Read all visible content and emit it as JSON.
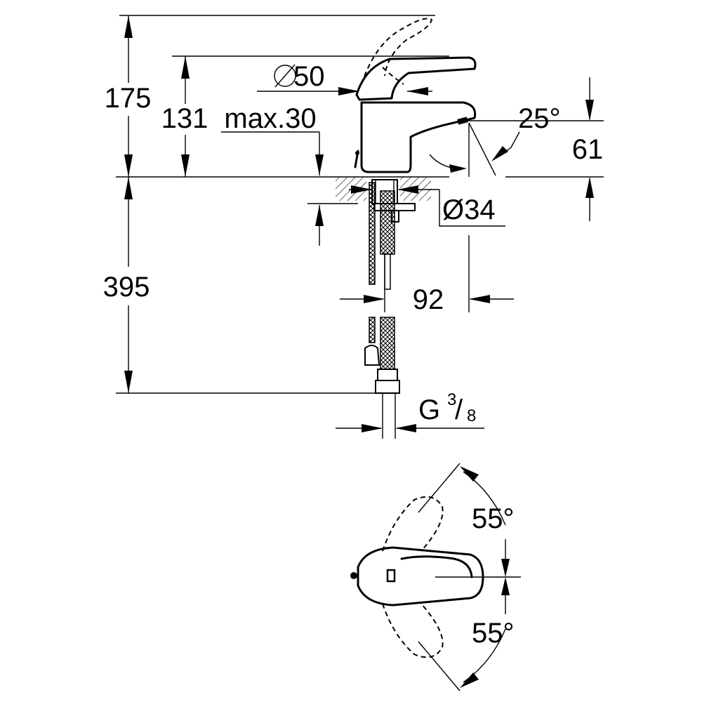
{
  "dimensions": {
    "height_total": "175",
    "height_spout": "131",
    "max_thickness": "max.30",
    "lever_diameter": "50",
    "spout_angle": "25°",
    "outlet_height": "61",
    "hole_diameter": "Ø34",
    "hose_length": "395",
    "projection": "92",
    "thread_letter": "G",
    "thread_num": "3",
    "thread_den": "8",
    "rotation_left": "55°",
    "rotation_right": "55°"
  },
  "colors": {
    "line": "#000000",
    "background": "#ffffff"
  }
}
